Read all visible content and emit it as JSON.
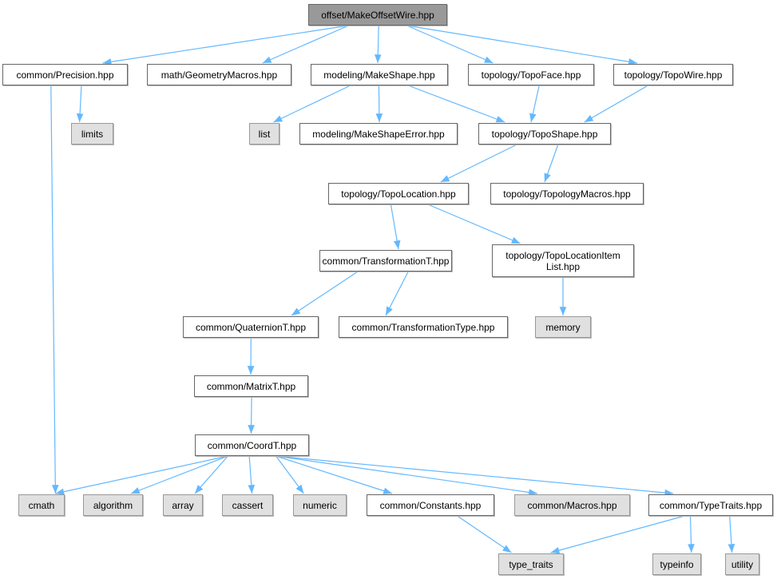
{
  "edge_color": "#63b8ff",
  "nodes": [
    {
      "id": "root",
      "label": "offset/MakeOffsetWire.hpp",
      "kind": "root"
    },
    {
      "id": "prec",
      "label": "common/Precision.hpp",
      "kind": "file"
    },
    {
      "id": "geom",
      "label": "math/GeometryMacros.hpp",
      "kind": "file"
    },
    {
      "id": "mksh",
      "label": "modeling/MakeShape.hpp",
      "kind": "file"
    },
    {
      "id": "face",
      "label": "topology/TopoFace.hpp",
      "kind": "file"
    },
    {
      "id": "wire",
      "label": "topology/TopoWire.hpp",
      "kind": "file"
    },
    {
      "id": "limits",
      "label": "limits",
      "kind": "sys"
    },
    {
      "id": "list",
      "label": "list",
      "kind": "sys"
    },
    {
      "id": "mkerr",
      "label": "modeling/MakeShapeError.hpp",
      "kind": "file"
    },
    {
      "id": "shape",
      "label": "topology/TopoShape.hpp",
      "kind": "file"
    },
    {
      "id": "loc",
      "label": "topology/TopoLocation.hpp",
      "kind": "file"
    },
    {
      "id": "tmac",
      "label": "topology/TopologyMacros.hpp",
      "kind": "file"
    },
    {
      "id": "trf",
      "label": "common/TransformationT.hpp",
      "kind": "file"
    },
    {
      "id": "lil",
      "label": "topology/TopoLocationItem\nList.hpp",
      "kind": "file"
    },
    {
      "id": "quat",
      "label": "common/QuaternionT.hpp",
      "kind": "file"
    },
    {
      "id": "trt",
      "label": "common/TransformationType.hpp",
      "kind": "file"
    },
    {
      "id": "memory",
      "label": "memory",
      "kind": "sys"
    },
    {
      "id": "mat",
      "label": "common/MatrixT.hpp",
      "kind": "file"
    },
    {
      "id": "coord",
      "label": "common/CoordT.hpp",
      "kind": "file"
    },
    {
      "id": "cmath",
      "label": "cmath",
      "kind": "sys"
    },
    {
      "id": "algorithm",
      "label": "algorithm",
      "kind": "sys"
    },
    {
      "id": "array",
      "label": "array",
      "kind": "sys"
    },
    {
      "id": "cassert",
      "label": "cassert",
      "kind": "sys"
    },
    {
      "id": "numeric",
      "label": "numeric",
      "kind": "sys"
    },
    {
      "id": "const",
      "label": "common/Constants.hpp",
      "kind": "file"
    },
    {
      "id": "macros",
      "label": "common/Macros.hpp",
      "kind": "sys"
    },
    {
      "id": "ttraits",
      "label": "common/TypeTraits.hpp",
      "kind": "file"
    },
    {
      "id": "type_traits",
      "label": "type_traits",
      "kind": "sys"
    },
    {
      "id": "typeinfo",
      "label": "typeinfo",
      "kind": "sys"
    },
    {
      "id": "utility",
      "label": "utility",
      "kind": "sys"
    }
  ],
  "edges": [
    [
      "root",
      "prec"
    ],
    [
      "root",
      "geom"
    ],
    [
      "root",
      "mksh"
    ],
    [
      "root",
      "face"
    ],
    [
      "root",
      "wire"
    ],
    [
      "prec",
      "limits"
    ],
    [
      "prec",
      "cmath"
    ],
    [
      "mksh",
      "list"
    ],
    [
      "mksh",
      "mkerr"
    ],
    [
      "mksh",
      "shape"
    ],
    [
      "face",
      "shape"
    ],
    [
      "wire",
      "shape"
    ],
    [
      "shape",
      "loc"
    ],
    [
      "shape",
      "tmac"
    ],
    [
      "loc",
      "trf"
    ],
    [
      "loc",
      "lil"
    ],
    [
      "trf",
      "quat"
    ],
    [
      "trf",
      "trt"
    ],
    [
      "lil",
      "memory"
    ],
    [
      "quat",
      "mat"
    ],
    [
      "mat",
      "coord"
    ],
    [
      "coord",
      "cmath"
    ],
    [
      "coord",
      "algorithm"
    ],
    [
      "coord",
      "array"
    ],
    [
      "coord",
      "cassert"
    ],
    [
      "coord",
      "numeric"
    ],
    [
      "coord",
      "const"
    ],
    [
      "coord",
      "macros"
    ],
    [
      "coord",
      "ttraits"
    ],
    [
      "const",
      "type_traits"
    ],
    [
      "ttraits",
      "type_traits"
    ],
    [
      "ttraits",
      "typeinfo"
    ],
    [
      "ttraits",
      "utility"
    ]
  ]
}
